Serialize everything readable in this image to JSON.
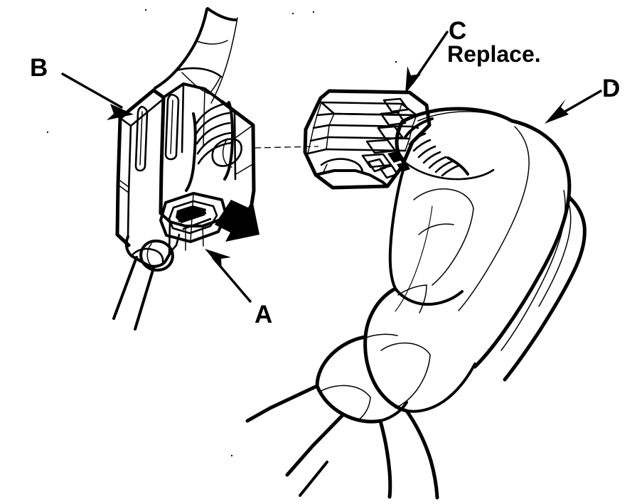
{
  "figure": {
    "title": "Connector engagement service illustration",
    "type": "line-drawing",
    "background_color": "#ffffff",
    "ink_color": "#000000",
    "callouts": [
      {
        "id": "A",
        "label": "A",
        "target": "connector-latch-tab",
        "arrow_direction": "up-left"
      },
      {
        "id": "B",
        "label": "B",
        "target": "female-connector-body",
        "arrow_direction": "down-right"
      },
      {
        "id": "C",
        "label": "C",
        "target": "male-connector-terminal-block",
        "arrow_direction": "down-left"
      },
      {
        "id": "D",
        "label": "D",
        "target": "connector-housing-held-in-hand",
        "arrow_direction": "down-left"
      }
    ],
    "notes": {
      "replace": "Replace."
    },
    "parts": {
      "left_assembly": "female-connector-with-wires",
      "right_assembly": "male-connector-in-hand",
      "motion_arrow": "insertion-direction-arrow",
      "alignment_line": "mating-axis-dashed-line"
    }
  }
}
